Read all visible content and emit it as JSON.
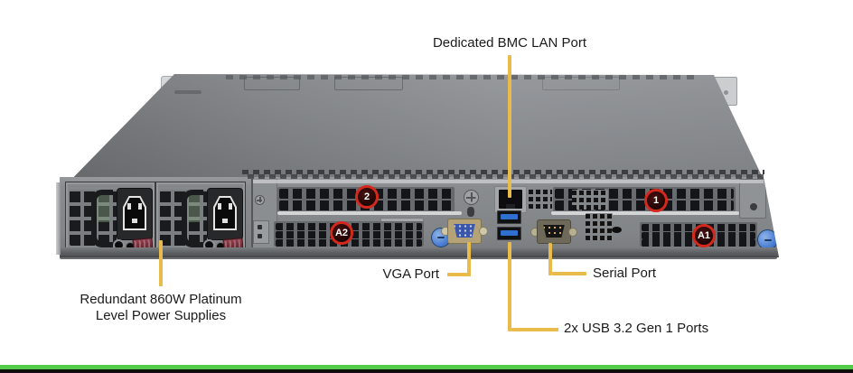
{
  "labels": {
    "bmc": "Dedicated BMC LAN Port",
    "vga": "VGA Port",
    "serial": "Serial Port",
    "usb": "2x USB 3.2 Gen 1 Ports",
    "psu_line1": "Redundant 860W Platinum",
    "psu_line2": "Level Power Supplies"
  },
  "slot_markers": {
    "pcie1": "1",
    "pcie2": "2",
    "aoc1": "A1",
    "aoc2": "A2"
  },
  "colors": {
    "callout_line": "#E8BB4A",
    "marker_ring": "#D3291C",
    "footer_green": "#55CB4A",
    "thumbscrew_blue": "#4B7FD2"
  }
}
